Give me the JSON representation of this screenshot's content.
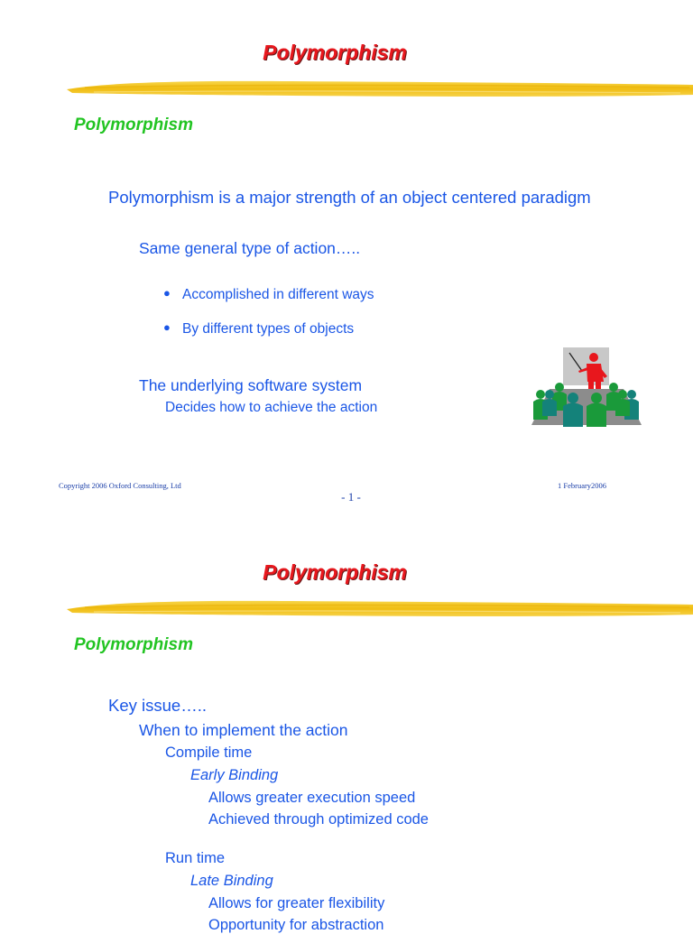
{
  "slides": [
    {
      "title": "Polymorphism",
      "subhead": "Polymorphism",
      "line1": "Polymorphism is a major strength of an object centered paradigm",
      "line2": "Same general type of action…..",
      "bullets": [
        "Accomplished in different ways",
        "By different types of objects"
      ],
      "line3": "The underlying software system",
      "line4": "Decides how to achieve the action",
      "copyright": "Copyright 2006 Oxford Consulting, Ltd",
      "date": "1 February2006",
      "page": "- 1 -"
    },
    {
      "title": "Polymorphism",
      "subhead": "Polymorphism",
      "key_issue": "Key issue…..",
      "when": "When to implement the action",
      "compile_time": "Compile time",
      "early_binding": "Early Binding",
      "early_points": [
        "Allows greater execution speed",
        "Achieved through optimized code"
      ],
      "run_time": "Run time",
      "late_binding": "Late Binding",
      "late_points": [
        "Allows for greater flexibility",
        "Opportunity for abstraction"
      ]
    }
  ],
  "colors": {
    "title": "#e8171d",
    "subhead": "#22c422",
    "body": "#1a56e6",
    "stroke": "#f2c21a"
  }
}
